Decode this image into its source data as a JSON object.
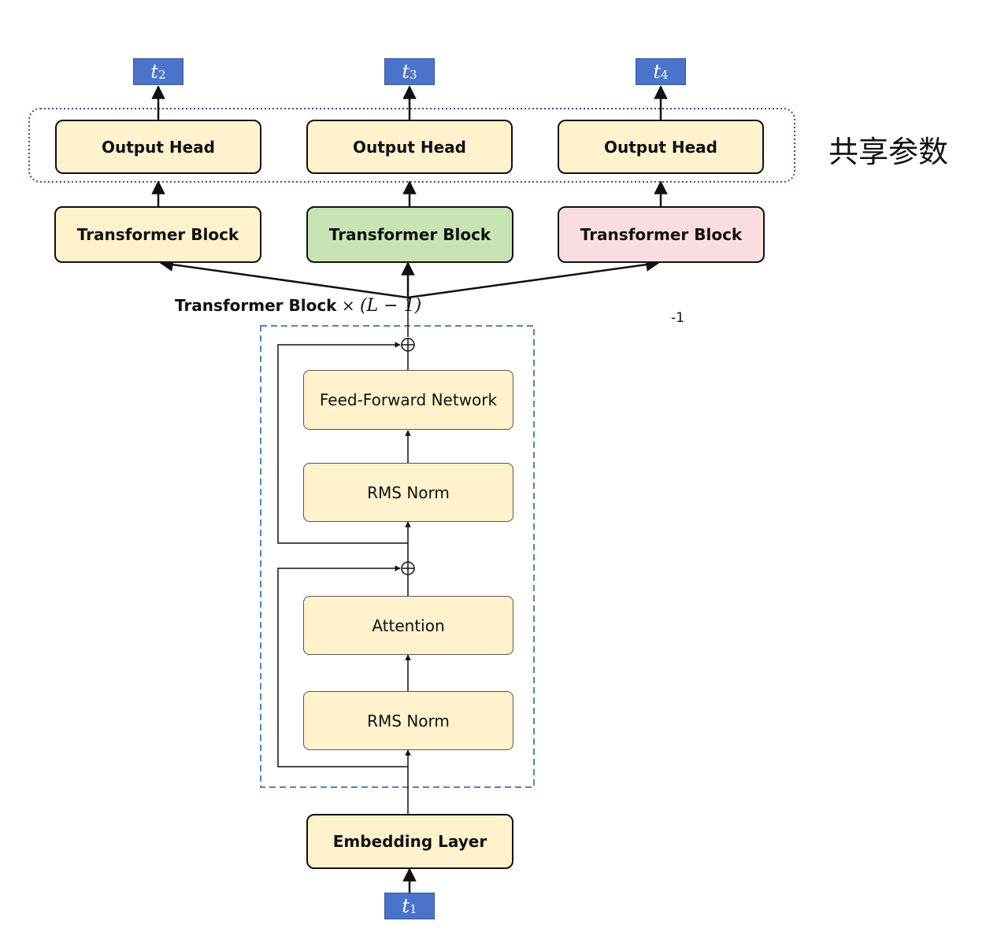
{
  "tokens": {
    "t2": {
      "base": "t",
      "sub": "2"
    },
    "t3": {
      "base": "t",
      "sub": "3"
    },
    "t4": {
      "base": "t",
      "sub": "4"
    },
    "t1": {
      "base": "t",
      "sub": "1"
    }
  },
  "output_heads": [
    "Output Head",
    "Output Head",
    "Output Head"
  ],
  "transformer_blocks": [
    "Transformer Block",
    "Transformer Block",
    "Transformer Block"
  ],
  "shared_params_label": "共享参数",
  "repeat_label": {
    "name": "Transformer Block",
    "times": "×",
    "expr": "(L − 1)"
  },
  "stray_text": "-1",
  "layer": {
    "ffn": "Feed-Forward Network",
    "rms_norm_top": "RMS Norm",
    "attention": "Attention",
    "rms_norm_bottom": "RMS Norm"
  },
  "embedding": "Embedding Layer",
  "colors": {
    "cream": "#fff2cc",
    "green": "#c9e4b4",
    "pink": "#f9dde0",
    "token": "#4a74cc",
    "dashed_border": "#4a86c5",
    "dotted_border": "#35508a"
  }
}
